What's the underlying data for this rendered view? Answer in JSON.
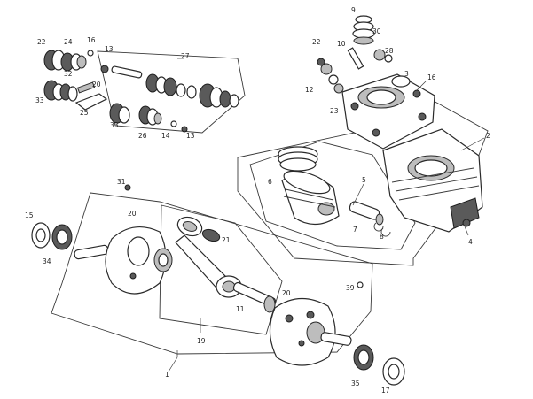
{
  "diagram": {
    "callouts": [
      {
        "id": "c9",
        "text": "9"
      },
      {
        "id": "c30",
        "text": "30"
      },
      {
        "id": "c22a",
        "text": "22"
      },
      {
        "id": "c10",
        "text": "10"
      },
      {
        "id": "c28",
        "text": "28"
      },
      {
        "id": "c3",
        "text": "3"
      },
      {
        "id": "c16a",
        "text": "16"
      },
      {
        "id": "c12a",
        "text": "12"
      },
      {
        "id": "c23",
        "text": "23"
      },
      {
        "id": "c2",
        "text": "2"
      },
      {
        "id": "c6",
        "text": "6"
      },
      {
        "id": "c5",
        "text": "5"
      },
      {
        "id": "c7",
        "text": "7"
      },
      {
        "id": "c8",
        "text": "8"
      },
      {
        "id": "c4",
        "text": "4"
      },
      {
        "id": "c22b",
        "text": "22"
      },
      {
        "id": "c24",
        "text": "24"
      },
      {
        "id": "c16b",
        "text": "16"
      },
      {
        "id": "c13a",
        "text": "13"
      },
      {
        "id": "c27",
        "text": "27"
      },
      {
        "id": "c32",
        "text": "32"
      },
      {
        "id": "c20a",
        "text": "20"
      },
      {
        "id": "c33a",
        "text": "33"
      },
      {
        "id": "c25",
        "text": "25"
      },
      {
        "id": "c33b",
        "text": "33"
      },
      {
        "id": "c26",
        "text": "26"
      },
      {
        "id": "c14",
        "text": "14"
      },
      {
        "id": "c13b",
        "text": "13"
      },
      {
        "id": "c31",
        "text": "31"
      },
      {
        "id": "c15",
        "text": "15"
      },
      {
        "id": "c20b",
        "text": "20"
      },
      {
        "id": "c21",
        "text": "21"
      },
      {
        "id": "c34",
        "text": "34"
      },
      {
        "id": "c11",
        "text": "11"
      },
      {
        "id": "c20c",
        "text": "20"
      },
      {
        "id": "c19",
        "text": "19"
      },
      {
        "id": "c1",
        "text": "1"
      },
      {
        "id": "c39",
        "text": "39"
      },
      {
        "id": "c35",
        "text": "35"
      },
      {
        "id": "c17",
        "text": "17"
      }
    ]
  }
}
